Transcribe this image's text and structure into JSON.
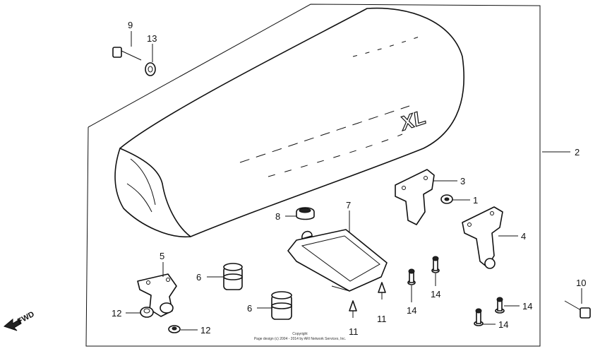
{
  "diagram": {
    "badge_text": "XL",
    "direction_label": "FWD",
    "copyright_line1": "Copyright",
    "copyright_line2": "Page design (c) 2004 - 2014 by ARI Network Services, Inc.",
    "callouts": {
      "c1": "1",
      "c2": "2",
      "c3": "3",
      "c4": "4",
      "c5": "5",
      "c6a": "6",
      "c6b": "6",
      "c7": "7",
      "c8": "8",
      "c9": "9",
      "c10": "10",
      "c11a": "11",
      "c11b": "11",
      "c12a": "12",
      "c12b": "12",
      "c13": "13",
      "c14a": "14",
      "c14b": "14",
      "c14c": "14",
      "c14d": "14"
    }
  }
}
